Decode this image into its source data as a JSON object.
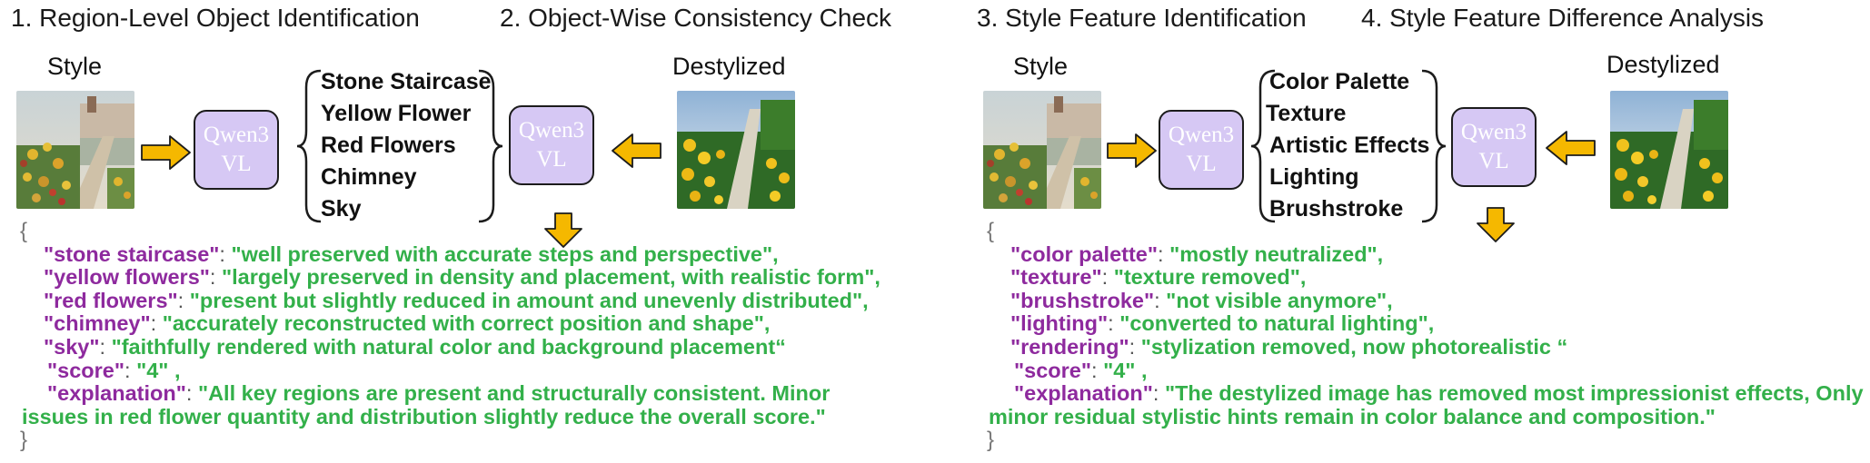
{
  "colors": {
    "vlm_fill": "#d6c8f4",
    "arrow_fill": "#f5b800",
    "key_color": "#8e2a9e",
    "value_color": "#33b04a"
  },
  "left": {
    "step1_title": "1. Region-Level Object Identification",
    "step2_title": "2. Object-Wise Consistency Check",
    "style_label": "Style",
    "destylized_label": "Destylized",
    "vlm1": {
      "line1": "Qwen3",
      "line2": "VL"
    },
    "vlm2": {
      "line1": "Qwen3",
      "line2": "VL"
    },
    "objects": [
      "Stone Staircase",
      "Yellow Flower",
      "Red Flowers",
      "Chimney",
      "Sky"
    ],
    "json": {
      "open": "{",
      "close": "}",
      "entries": [
        {
          "key": "\"stone staircase\"",
          "value": "\"well preserved with accurate steps and perspective\","
        },
        {
          "key": "\"yellow flowers\"",
          "value": "\"largely preserved in density and placement, with realistic form\","
        },
        {
          "key": "\"red flowers\"",
          "value": "\"present but slightly reduced in amount and unevenly distributed\","
        },
        {
          "key": "\"chimney\"",
          "value": "\"accurately reconstructed with correct position and shape\","
        },
        {
          "key": "\"sky\"",
          "value": "\"faithfully rendered with natural color and background placement“"
        },
        {
          "key": "\"score\"",
          "value": "\"4\" ,"
        },
        {
          "key": "\"explanation\"",
          "value": "\"All key regions are present and structurally consistent. Minor"
        }
      ],
      "continuation": "issues in red flower quantity and distribution slightly reduce the overall score.\""
    }
  },
  "right": {
    "step3_title": "3. Style Feature Identification",
    "step4_title": "4. Style Feature Difference Analysis",
    "style_label": "Style",
    "destylized_label": "Destylized",
    "vlm3": {
      "line1": "Qwen3",
      "line2": "VL"
    },
    "vlm4": {
      "line1": "Qwen3",
      "line2": "VL"
    },
    "features": [
      "Color Palette",
      "Texture",
      "Artistic Effects",
      "Lighting",
      "Brushstroke"
    ],
    "json": {
      "open": "{",
      "close": "}",
      "entries": [
        {
          "key": "\"color palette\"",
          "value": "\"mostly neutralized\","
        },
        {
          "key": "\"texture\"",
          "value": "\"texture removed\","
        },
        {
          "key": "\"brushstroke\"",
          "value": "\"not visible anymore\","
        },
        {
          "key": "\"lighting\"",
          "value": "\"converted to natural lighting\","
        },
        {
          "key": "\"rendering\"",
          "value": "\"stylization removed, now photorealistic “"
        },
        {
          "key": "\"score\"",
          "value": "\"4\" ,"
        },
        {
          "key": "\"explanation\"",
          "value": "\"The destylized image has removed most impressionist effects, Only"
        }
      ],
      "continuation": "minor residual stylistic hints remain in color balance and composition.\""
    }
  }
}
